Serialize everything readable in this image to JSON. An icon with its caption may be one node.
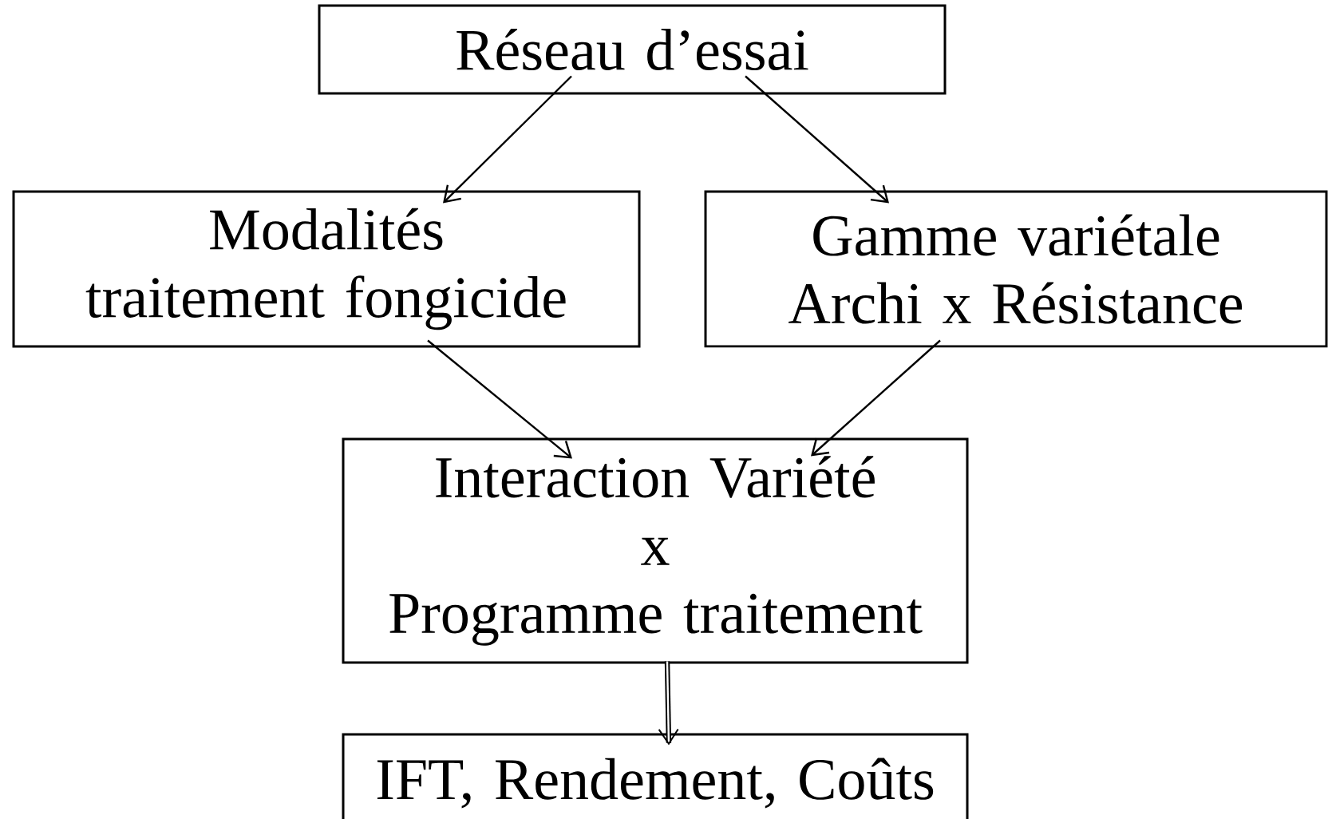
{
  "diagram": {
    "nodes": [
      {
        "text": [
          "Réseau d’essai"
        ]
      },
      {
        "text": [
          "Modalités traitement fongicide"
        ]
      },
      {
        "text": [
          "Gamme variétale",
          "Archi x Résistance"
        ]
      },
      {
        "text": [
          "Interaction Variété",
          "x",
          "Programme traitement"
        ]
      },
      {
        "text": [
          "IFT, Rendement, Coûts"
        ]
      }
    ],
    "edges": [
      {
        "from": 0,
        "to": 1,
        "arrow": "to"
      },
      {
        "from": 0,
        "to": 2,
        "arrow": "to"
      },
      {
        "from": 1,
        "to": 3,
        "arrow": "to"
      },
      {
        "from": 2,
        "to": 3,
        "arrow": "to"
      },
      {
        "from": 3,
        "to": 4,
        "arrow": "to",
        "style": "thick"
      }
    ]
  }
}
